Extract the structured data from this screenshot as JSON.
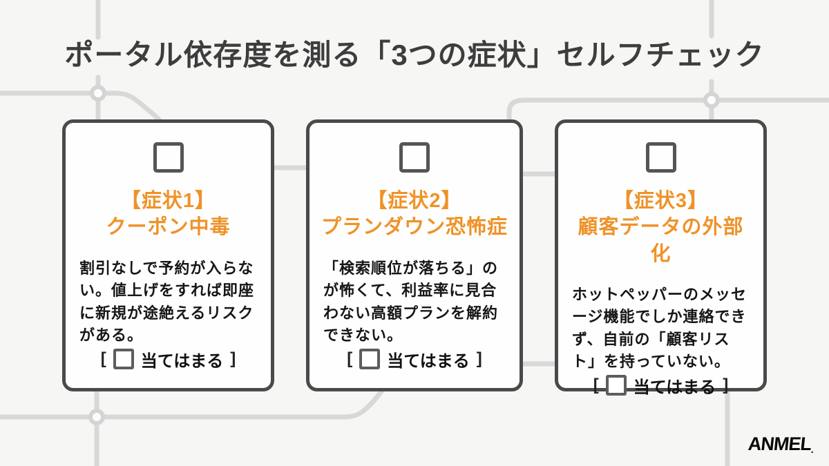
{
  "title": "ポータル依存度を測る「3つの症状」セルフチェック",
  "check_row": {
    "open": "[",
    "label": "当てはまる",
    "close": "]"
  },
  "cards": [
    {
      "heading_line1": "【症状1】",
      "heading_line2": "クーポン中毒",
      "body": "割引なしで予約が入らない。値上げをすれば即座に新規が途絶えるリスクがある。"
    },
    {
      "heading_line1": "【症状2】",
      "heading_line2": "プランダウン恐怖症",
      "body": "「検索順位が落ちる」のが怖くて、利益率に見合わない高額プランを解約できない。"
    },
    {
      "heading_line1": "【症状3】",
      "heading_line2": "顧客データの外部化",
      "body": "ホットペッパーのメッセージ機能でしか連絡できず、自前の「顧客リスト」を持っていない。"
    }
  ],
  "footer": {
    "logo": "ANMEL",
    "logo_mark": "."
  },
  "colors": {
    "background": "#f6f6f4",
    "map_line": "#d8d8d8",
    "card_border": "#4a4a4a",
    "accent_orange": "#ef9228",
    "title_text": "#3d3d3d",
    "body_text": "#161616"
  }
}
